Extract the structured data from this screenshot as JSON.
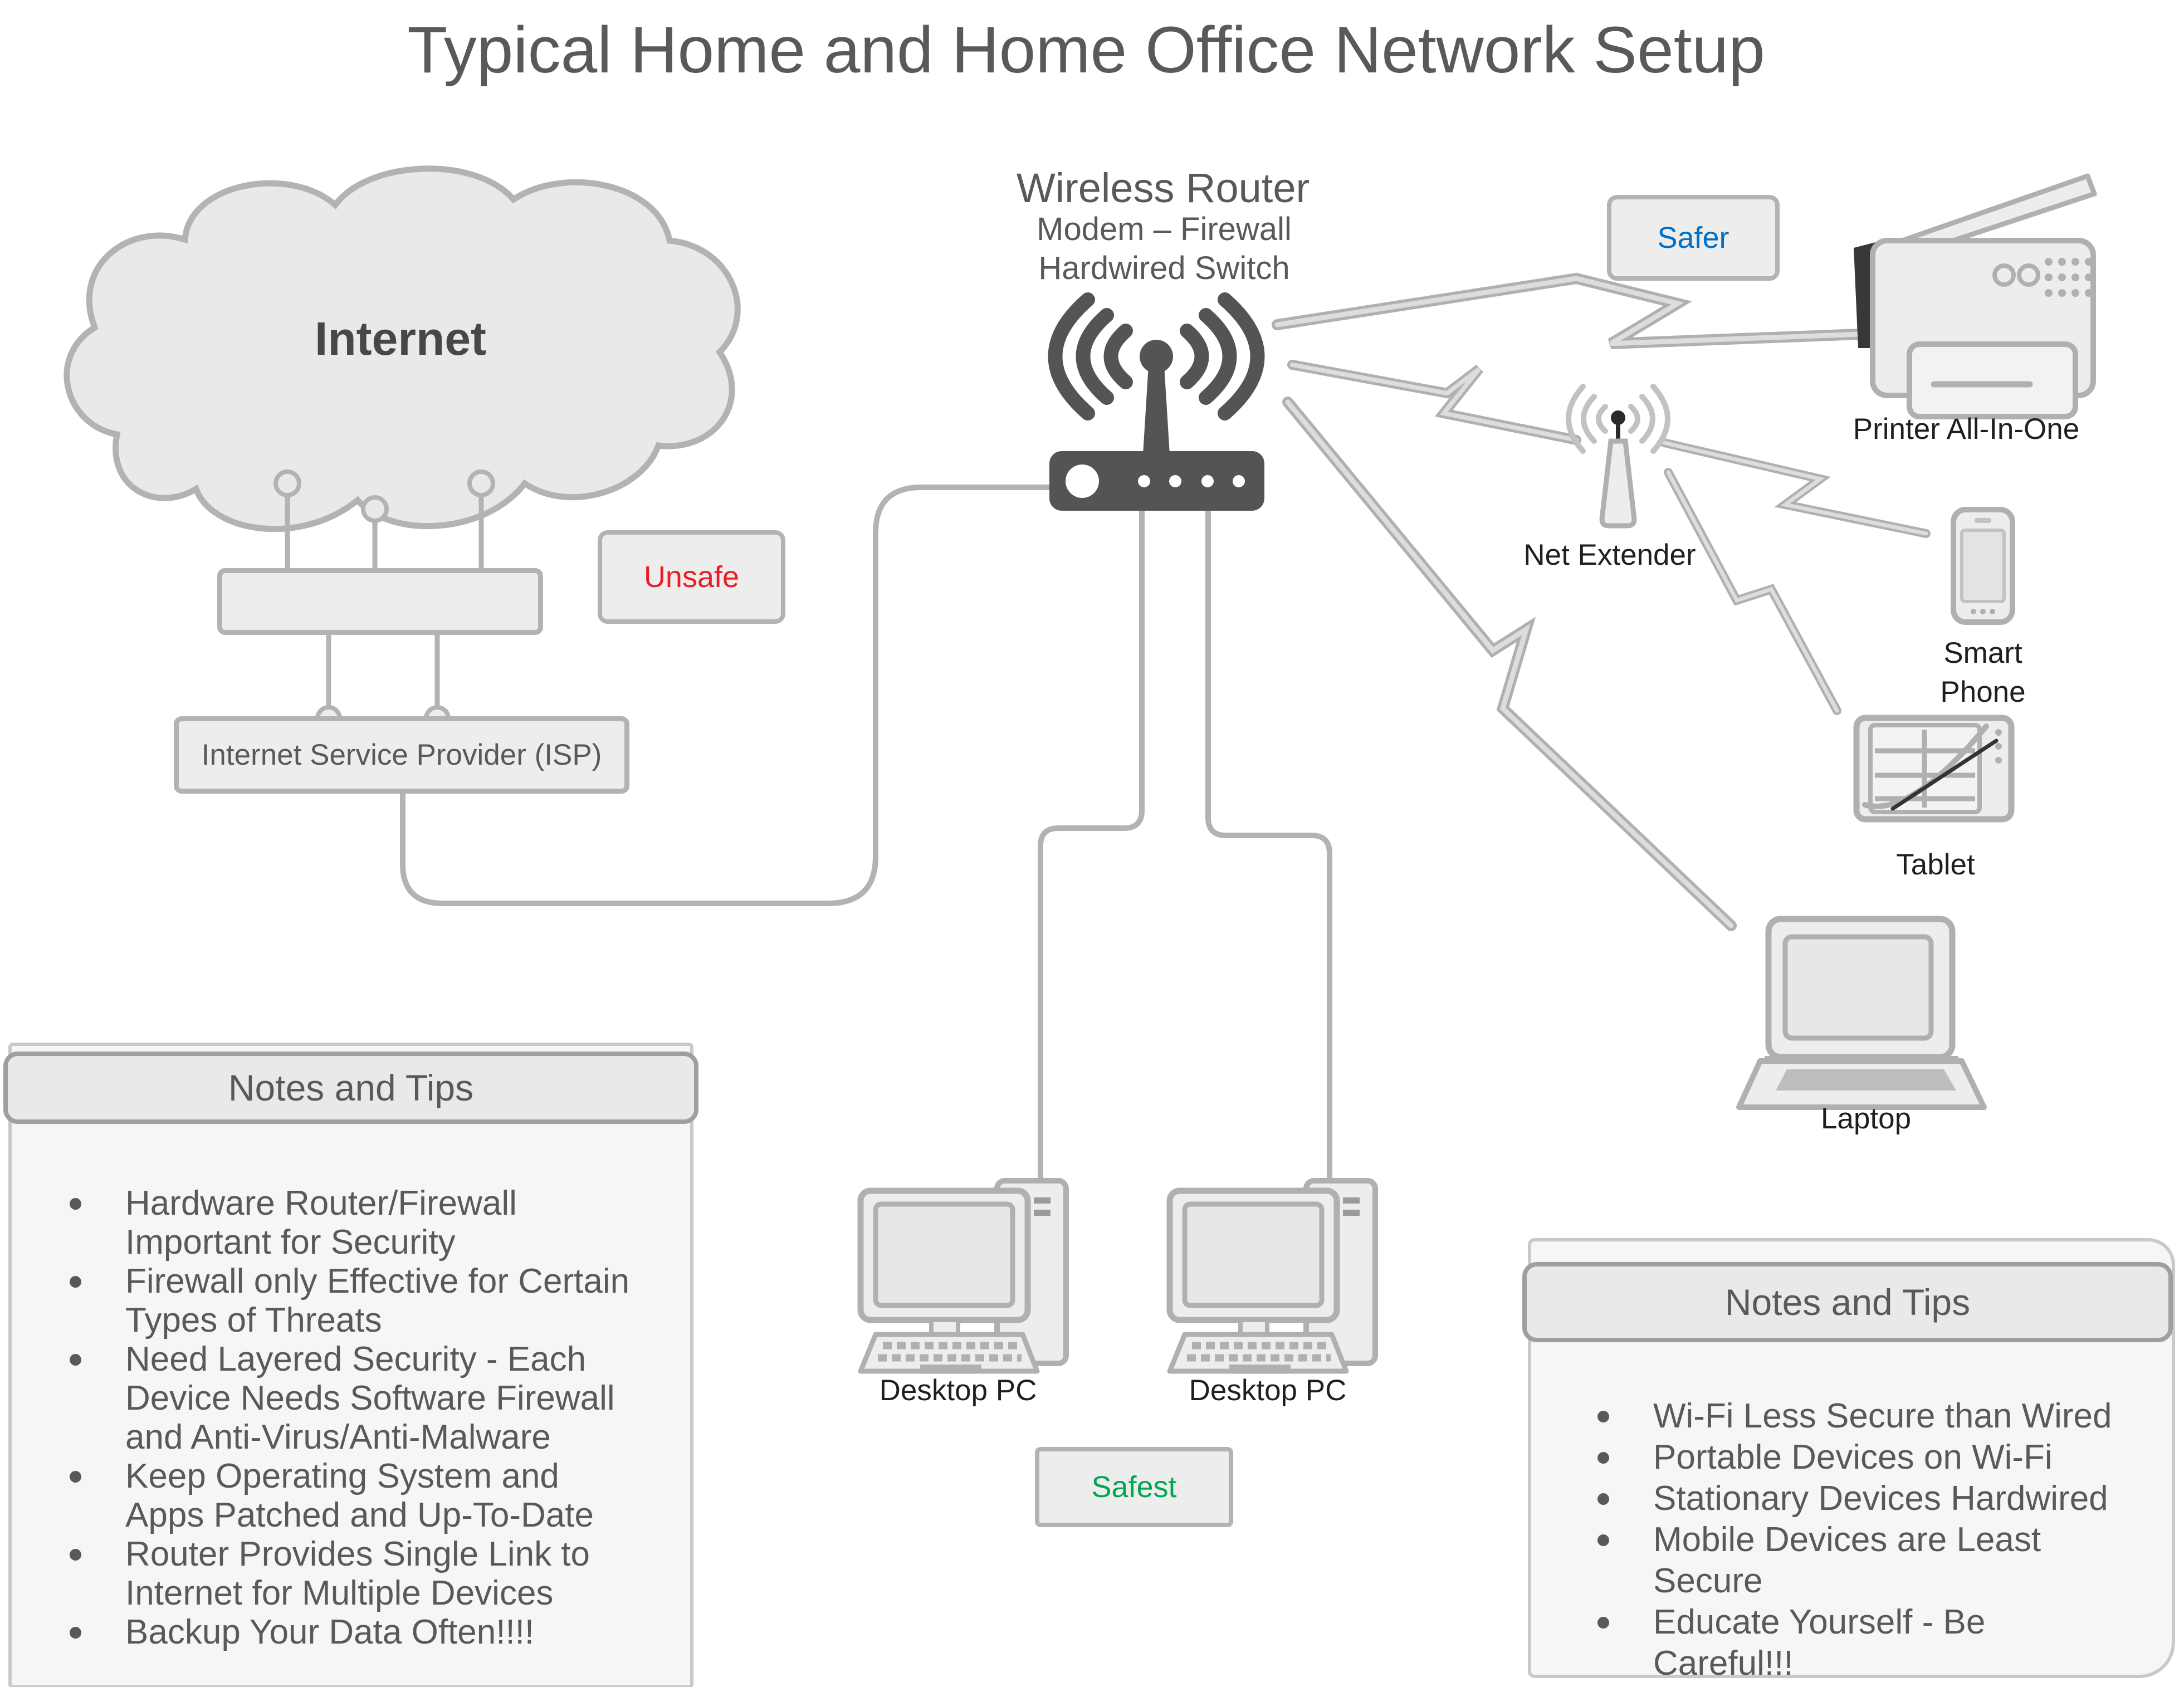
{
  "title": "Typical Home and Home Office Network Setup",
  "cloud": {
    "label": "Internet"
  },
  "router": {
    "title": "Wireless Router",
    "subtitle1": "Modem – Firewall",
    "subtitle2": "Hardwired Switch"
  },
  "isp": {
    "label": "Internet Service Provider (ISP)"
  },
  "badges": {
    "unsafe": "Unsafe",
    "safer": "Safer",
    "safest": "Safest"
  },
  "badge_colors": {
    "unsafe": "#ED1C24",
    "safer": "#0070C0",
    "safest": "#00A651"
  },
  "devices": {
    "printer": "Printer All-In-One",
    "net_extender": "Net Extender",
    "smartphone_line1": "Smart",
    "smartphone_line2": "Phone",
    "tablet": "Tablet",
    "laptop": "Laptop",
    "desktop_pc_1": "Desktop PC",
    "desktop_pc_2": "Desktop PC"
  },
  "icons": [
    "internet-cloud-icon",
    "wireless-router-icon",
    "printer-all-in-one-icon",
    "net-extender-icon",
    "smartphone-icon",
    "tablet-icon",
    "laptop-icon",
    "desktop-pc-icon",
    "wifi-lightning-bolt-icon",
    "network-wire-line"
  ],
  "notes_left": {
    "title": "Notes and Tips",
    "items": [
      "Hardware Router/Firewall\nImportant for Security",
      "Firewall only Effective for Certain\nTypes of Threats",
      "Need Layered Security - Each\nDevice Needs Software Firewall\nand Anti-Virus/Anti-Malware",
      "Keep Operating System and\nApps Patched and Up-To-Date",
      "Router Provides Single Link to\nInternet for Multiple Devices",
      "Backup Your Data Often!!!!"
    ]
  },
  "notes_right": {
    "title": "Notes and Tips",
    "items": [
      "Wi-Fi Less Secure than Wired",
      "Portable Devices on Wi-Fi",
      "Stationary Devices Hardwired",
      "Mobile Devices are Least\nSecure",
      "Educate Yourself - Be\nCareful!!!"
    ]
  }
}
